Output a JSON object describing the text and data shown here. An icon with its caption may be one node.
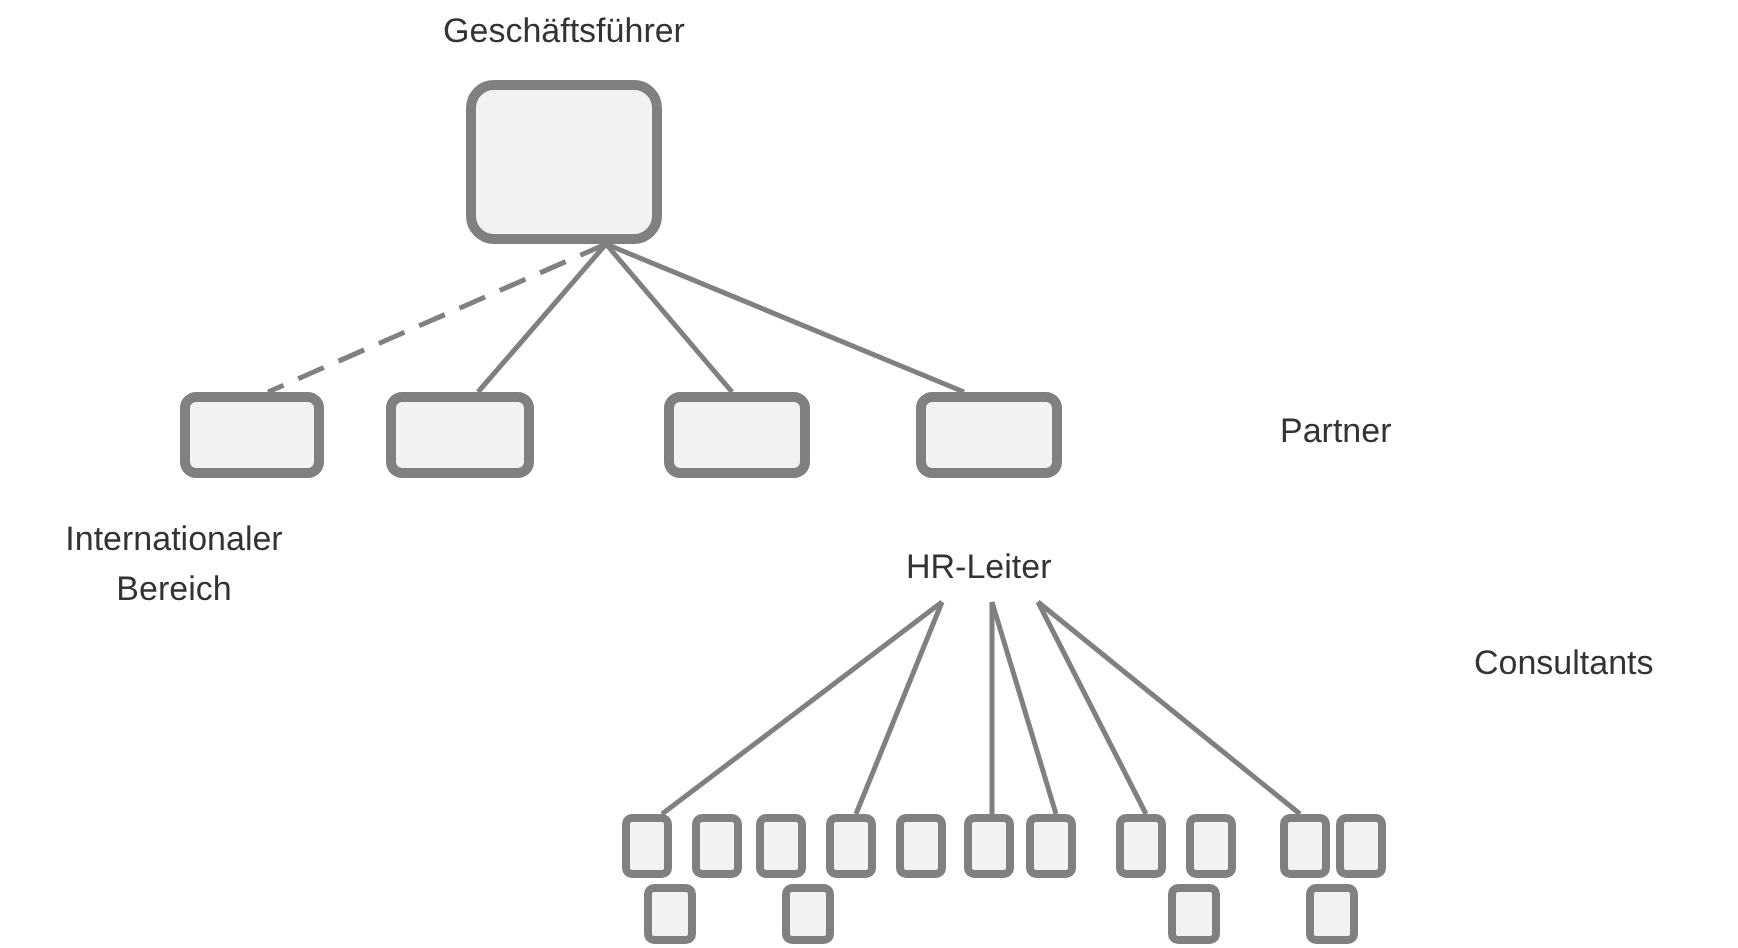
{
  "diagram": {
    "nodes": [
      {
        "text": [
          "Geschäftsführer"
        ]
      },
      {
        "text": [],
        "shape": "box",
        "beside": [
          "Internationaler Bereich"
        ]
      },
      {
        "text": [],
        "shape": "box"
      },
      {
        "text": [],
        "shape": "box"
      },
      {
        "text": [],
        "shape": "box"
      },
      {
        "text": [
          "HR-Leiter"
        ]
      },
      {
        "text": [],
        "shape": "box"
      },
      {
        "text": [],
        "shape": "box"
      },
      {
        "text": [],
        "shape": "box"
      },
      {
        "text": [],
        "shape": "box"
      },
      {
        "text": [],
        "shape": "box"
      },
      {
        "text": [],
        "shape": "box"
      },
      {
        "text": [],
        "shape": "box"
      },
      {
        "text": [],
        "shape": "box"
      },
      {
        "text": [],
        "shape": "box"
      },
      {
        "text": [],
        "shape": "box"
      },
      {
        "text": [],
        "shape": "box"
      },
      {
        "text": [],
        "shape": "box"
      },
      {
        "text": [],
        "shape": "box"
      },
      {
        "text": [],
        "shape": "box"
      },
      {
        "text": [],
        "shape": "box"
      }
    ],
    "edges": [
      {
        "from": 0,
        "to": 1,
        "arrow": "none",
        "style": "dashed"
      },
      {
        "from": 0,
        "to": 2,
        "arrow": "none"
      },
      {
        "from": 0,
        "to": 3,
        "arrow": "none"
      },
      {
        "from": 0,
        "to": 4,
        "arrow": "none"
      },
      {
        "from": 5,
        "to": 6,
        "arrow": "none"
      },
      {
        "from": 5,
        "to": 9,
        "arrow": "none"
      },
      {
        "from": 5,
        "to": 11,
        "arrow": "none"
      },
      {
        "from": 5,
        "to": 12,
        "arrow": "none"
      },
      {
        "from": 5,
        "to": 13,
        "arrow": "none"
      },
      {
        "from": 5,
        "to": 15,
        "arrow": "none"
      }
    ],
    "labels": [
      "Partner",
      "Consultants"
    ]
  }
}
